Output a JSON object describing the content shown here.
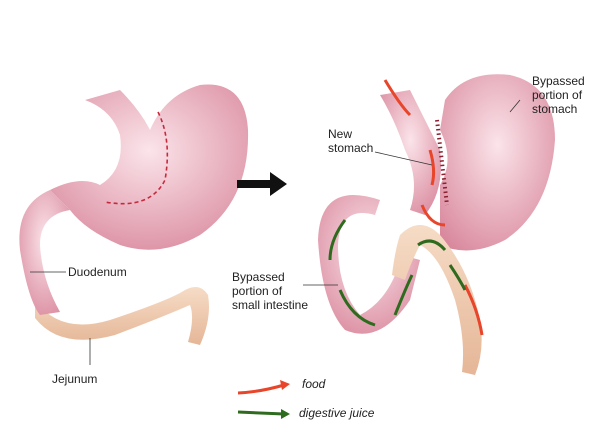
{
  "labels": {
    "bypassed_stomach": [
      "Bypassed",
      "portion of",
      "stomach"
    ],
    "new_stomach": [
      "New",
      "stomach"
    ],
    "duodenum": "Duodenum",
    "jejunum": "Jejunum",
    "bypassed_intestine": [
      "Bypassed",
      "portion of",
      "small intestine"
    ]
  },
  "legend": {
    "food": "food",
    "digestive_juice": "digestive juice"
  },
  "colors": {
    "stomach": "#e8a4b4",
    "intestine": "#f0c8a8",
    "food_arrow": "#e8452a",
    "juice_arrow": "#2e6b1e"
  }
}
